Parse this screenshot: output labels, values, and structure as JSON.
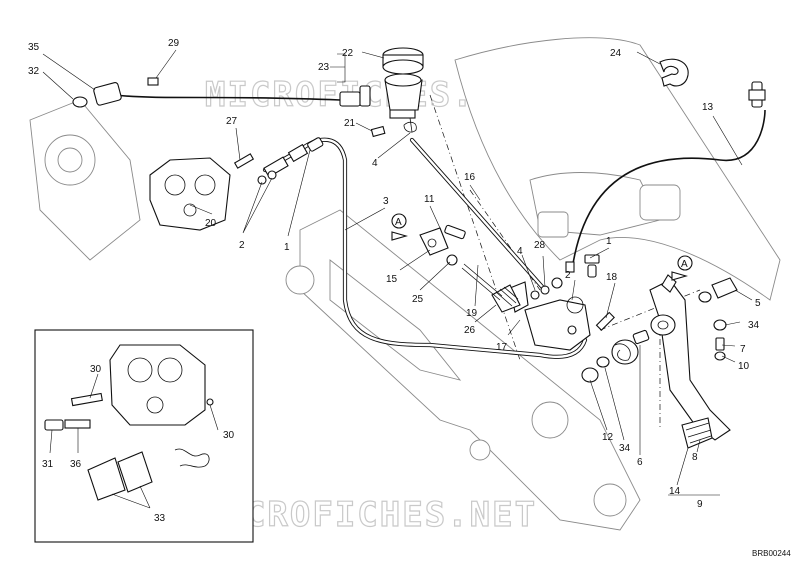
{
  "watermark": "MICROFICHES.NET",
  "drawing_code": "BRB00244",
  "view_marker": "A",
  "callouts": [
    {
      "id": "c35",
      "text": "35"
    },
    {
      "id": "c29",
      "text": "29"
    },
    {
      "id": "c32",
      "text": "32"
    },
    {
      "id": "c23",
      "text": "23"
    },
    {
      "id": "c22",
      "text": "22"
    },
    {
      "id": "c24",
      "text": "24"
    },
    {
      "id": "c13",
      "text": "13"
    },
    {
      "id": "c27",
      "text": "27"
    },
    {
      "id": "c21",
      "text": "21"
    },
    {
      "id": "c4a",
      "text": "4"
    },
    {
      "id": "c16",
      "text": "16"
    },
    {
      "id": "c20",
      "text": "20"
    },
    {
      "id": "c2a",
      "text": "2"
    },
    {
      "id": "c1a",
      "text": "1"
    },
    {
      "id": "c3",
      "text": "3"
    },
    {
      "id": "c11",
      "text": "11"
    },
    {
      "id": "c4b",
      "text": "4"
    },
    {
      "id": "c28",
      "text": "28"
    },
    {
      "id": "c1b",
      "text": "1"
    },
    {
      "id": "c2b",
      "text": "2"
    },
    {
      "id": "c15",
      "text": "15"
    },
    {
      "id": "c18",
      "text": "18"
    },
    {
      "id": "c25",
      "text": "25"
    },
    {
      "id": "c19",
      "text": "19"
    },
    {
      "id": "c5",
      "text": "5"
    },
    {
      "id": "c26",
      "text": "26"
    },
    {
      "id": "c17",
      "text": "17"
    },
    {
      "id": "c34a",
      "text": "34"
    },
    {
      "id": "c7",
      "text": "7"
    },
    {
      "id": "c10",
      "text": "10"
    },
    {
      "id": "c30a",
      "text": "30"
    },
    {
      "id": "c30b",
      "text": "30"
    },
    {
      "id": "c31",
      "text": "31"
    },
    {
      "id": "c36",
      "text": "36"
    },
    {
      "id": "c33",
      "text": "33"
    },
    {
      "id": "c12",
      "text": "12"
    },
    {
      "id": "c34b",
      "text": "34"
    },
    {
      "id": "c6",
      "text": "6"
    },
    {
      "id": "c8",
      "text": "8"
    },
    {
      "id": "c14",
      "text": "14"
    },
    {
      "id": "c9",
      "text": "9"
    }
  ]
}
